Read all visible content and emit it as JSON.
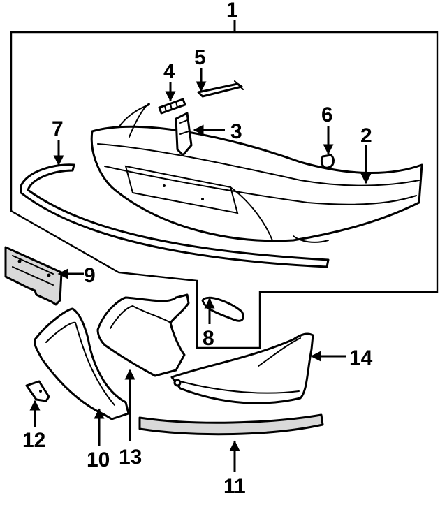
{
  "colors": {
    "ink": "#000000",
    "paper": "#ffffff",
    "shade": "#d9d9d9"
  },
  "callouts": {
    "c1": "1",
    "c2": "2",
    "c3": "3",
    "c4": "4",
    "c5": "5",
    "c6": "6",
    "c7": "7",
    "c8": "8",
    "c9": "9",
    "c10": "10",
    "c11": "11",
    "c12": "12",
    "c13": "13",
    "c14": "14"
  }
}
